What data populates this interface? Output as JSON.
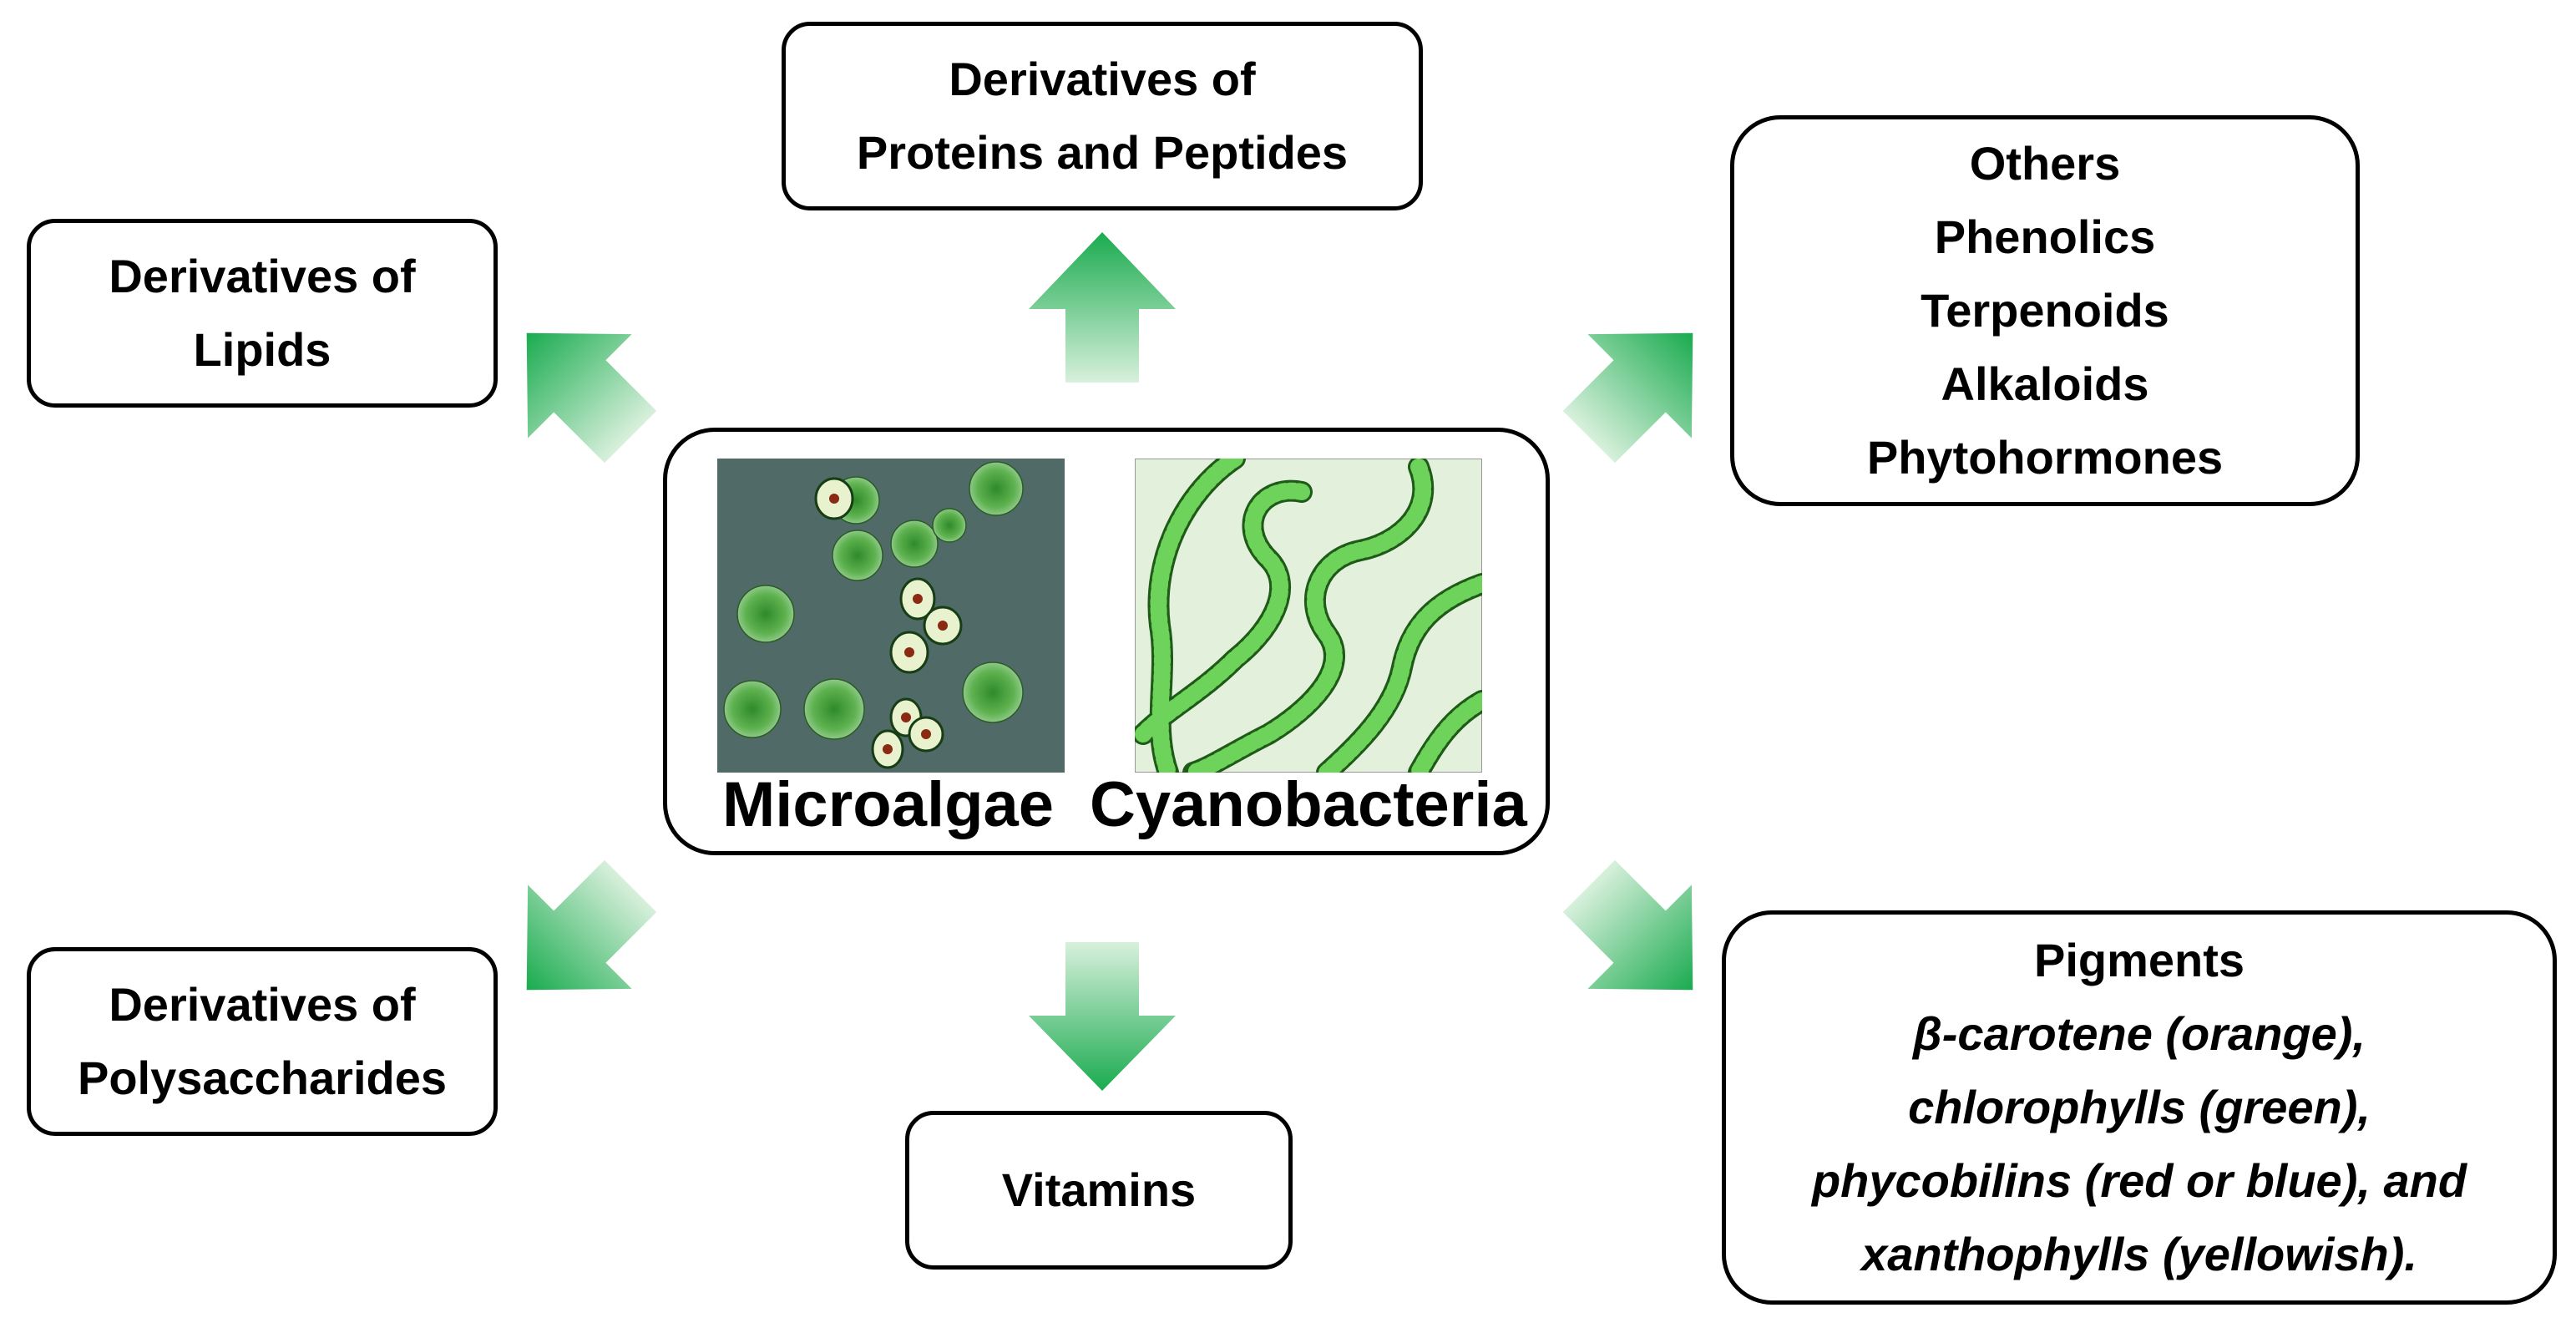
{
  "center": {
    "microalgae_label": "Microalgae",
    "cyanobacteria_label": "Cyanobacteria"
  },
  "boxes": {
    "proteins": [
      "Derivatives of",
      "Proteins and Peptides"
    ],
    "lipids": [
      "Derivatives of",
      "Lipids"
    ],
    "others": [
      "Others",
      "Phenolics",
      "Terpenoids",
      "Alkaloids",
      "Phytohormones"
    ],
    "polysaccharides": [
      "Derivatives of",
      "Polysaccharides"
    ],
    "vitamins": [
      "Vitamins"
    ],
    "pigments_title": "Pigments",
    "pigments_items": [
      "β-carotene (orange),",
      "chlorophylls (green),",
      "phycobilins (red or blue), and",
      "xanthophylls (yellowish)."
    ]
  },
  "colors": {
    "arrow_green": "#1aab4f",
    "arrow_light": "#d8f0dc",
    "microalgae_bg": "#4f6a67",
    "cyano_bg": "#e3f0dc",
    "cell_green": "#3a9a2e"
  }
}
